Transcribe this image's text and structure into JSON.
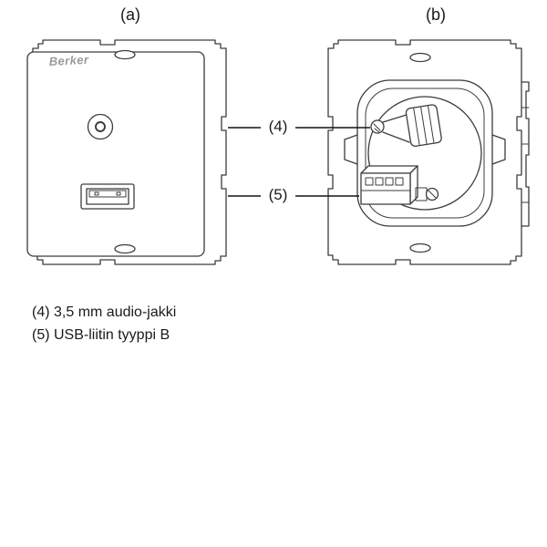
{
  "figure": {
    "view_a_label": "(a)",
    "view_b_label": "(b)",
    "brand": "Berker",
    "callouts": {
      "c4": "(4)",
      "c5": "(5)"
    },
    "legend": {
      "item4": "(4) 3,5 mm audio-jakki",
      "item5": "(5) USB-liitin tyyppi B"
    }
  },
  "colors": {
    "background": "#ffffff",
    "line": "#3c3c3c",
    "brand_gray": "#9b9b9b",
    "leader_line": "#141414"
  }
}
